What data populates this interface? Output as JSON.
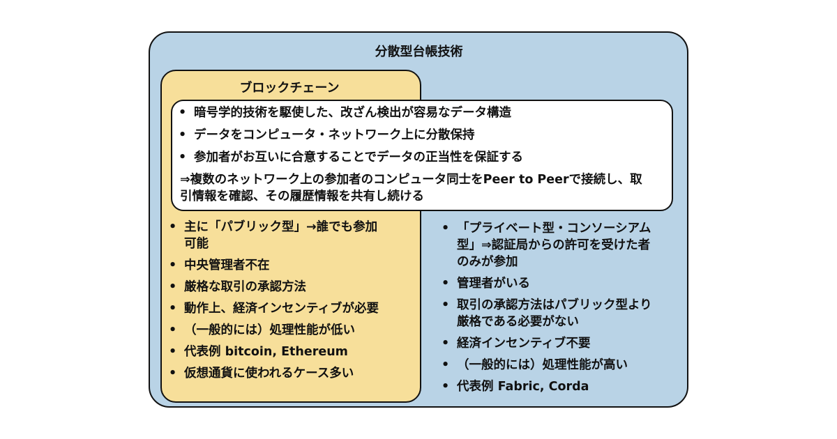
{
  "outer": {
    "title": "分散型台帳技術",
    "color": "#b9d3e6"
  },
  "blockchain": {
    "title": "ブロックチェーン",
    "color": "#f7df9a"
  },
  "common": {
    "items": [
      "暗号学的技術を駆使した、改ざん検出が容易なデータ構造",
      "データをコンピュータ・ネットワーク上に分散保持",
      "参加者がお互いに合意することでデータの正当性を保証する"
    ],
    "note": "⇒複数のネットワーク上の参加者のコンピュータ同士をPeer to Peerで接続し、取引情報を確認、その履歴情報を共有し続ける"
  },
  "public": {
    "items": [
      "主に「パブリック型」→誰でも参加可能",
      "中央管理者不在",
      "厳格な取引の承認方法",
      "動作上、経済インセンティブが必要",
      "（一般的には）処理性能が低い",
      "代表例 bitcoin, Ethereum",
      "仮想通貨に使われるケース多い"
    ]
  },
  "private": {
    "items": [
      "「プライベート型・コンソーシアム型」⇒認証局からの許可を受けた者のみが参加",
      "管理者がいる",
      "取引の承認方法はパブリック型より厳格である必要がない",
      "経済インセンティブ不要",
      "（一般的には）処理性能が高い",
      "代表例 Fabric, Corda"
    ]
  },
  "bullet": "•"
}
